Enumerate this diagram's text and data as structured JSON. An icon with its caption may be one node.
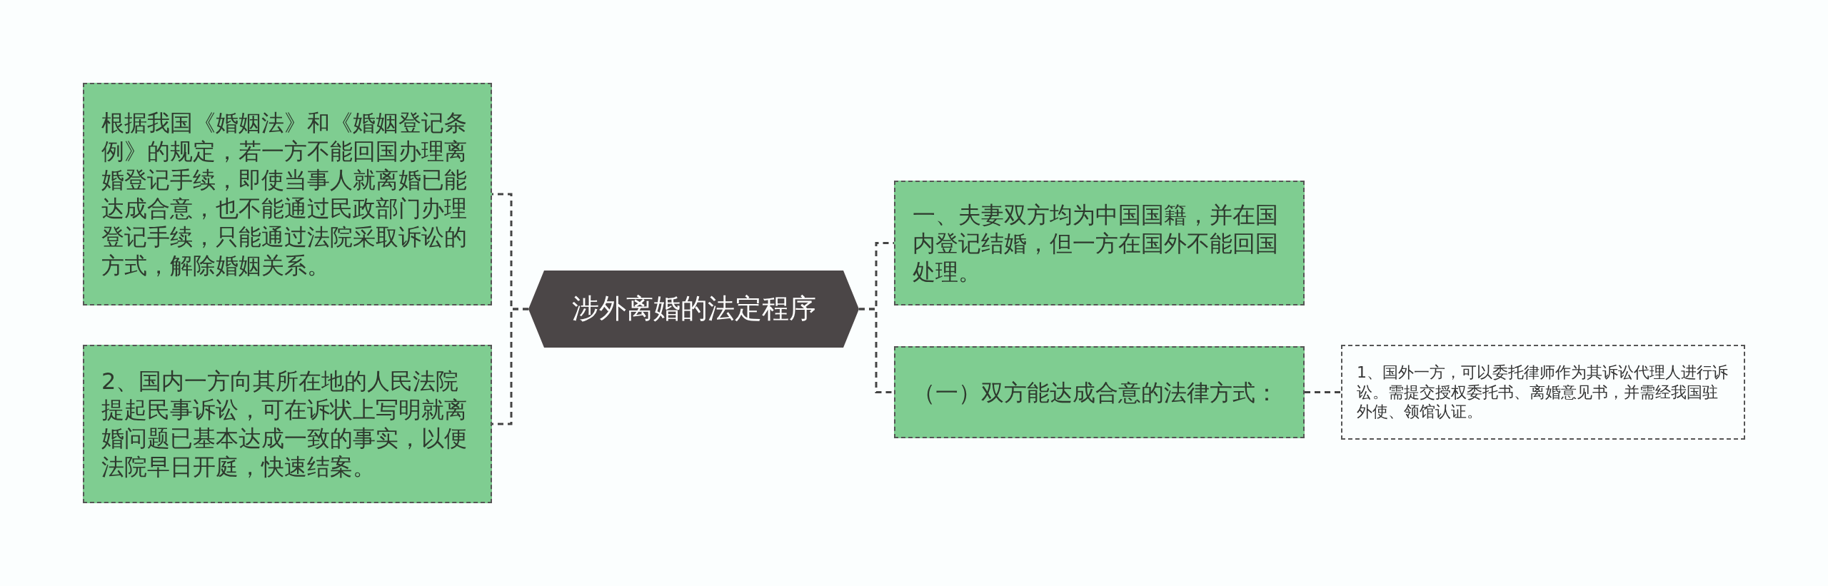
{
  "diagram": {
    "nodes": [
      {
        "text": [
          "涉外离婚的法定程序"
        ]
      },
      {
        "text": [
          "根据我国《婚姻法》和《婚姻登记条例》的规定，若一方不能回国办理离婚登记手续，即使当事人就离婚已能达成合意，也不能通过民政部门办理登记手续，只能通过法院采取诉讼的方式，解除婚姻关系。"
        ]
      },
      {
        "text": [
          "2、国内一方向其所在地的人民法院提起民事诉讼，可在诉状上写明就离婚问题已基本达成一致的事实，以便法院早日开庭，快速结案。"
        ]
      },
      {
        "text": [
          "一、夫妻双方均为中国国籍，并在国内登记结婚，但一方在国外不能回国处理。"
        ]
      },
      {
        "text": [
          "（一）双方能达成合意的法律方式："
        ]
      },
      {
        "text": [
          "1、国外一方，可以委托律师作为其诉讼代理人进行诉讼。需提交授权委托书、离婚意见书，并需经我国驻外使、领馆认证。"
        ]
      }
    ],
    "edges": [
      {
        "from": 0,
        "to": 1,
        "arrow": "none",
        "style": "dashed"
      },
      {
        "from": 0,
        "to": 2,
        "arrow": "none",
        "style": "dashed"
      },
      {
        "from": 0,
        "to": 3,
        "arrow": "none",
        "style": "dashed"
      },
      {
        "from": 0,
        "to": 4,
        "arrow": "none",
        "style": "dashed"
      },
      {
        "from": 4,
        "to": 5,
        "arrow": "none",
        "style": "dashed"
      }
    ]
  }
}
